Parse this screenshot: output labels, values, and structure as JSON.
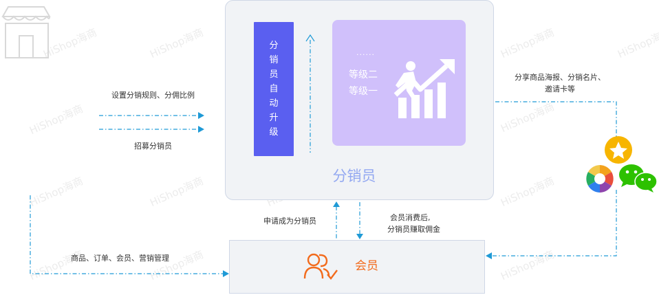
{
  "watermark": "HiShop海商",
  "distributor": {
    "title": "分销员",
    "auto_upgrade": "分销员自动升级",
    "ellipsis": "......",
    "level_2": "等级二",
    "level_1": "等级一"
  },
  "member": {
    "title": "会员"
  },
  "labels": {
    "set_rules": "设置分销规则、分佣比例",
    "recruit": "招募分销员",
    "share_line1": "分享商品海报、分销名片、",
    "share_line2": "邀请卡等",
    "apply": "申请成为分销员",
    "consume_line1": "会员消费后,",
    "consume_line2": "分销员赚取佣金",
    "manage": "商品、订单、会员、营销管理"
  },
  "colors": {
    "arrow": "#1f9ad6",
    "bar": "#5a5ff0",
    "panel": "#d0c0fb",
    "member_accent": "#f26b1d",
    "title_blue": "#93a8f1"
  }
}
